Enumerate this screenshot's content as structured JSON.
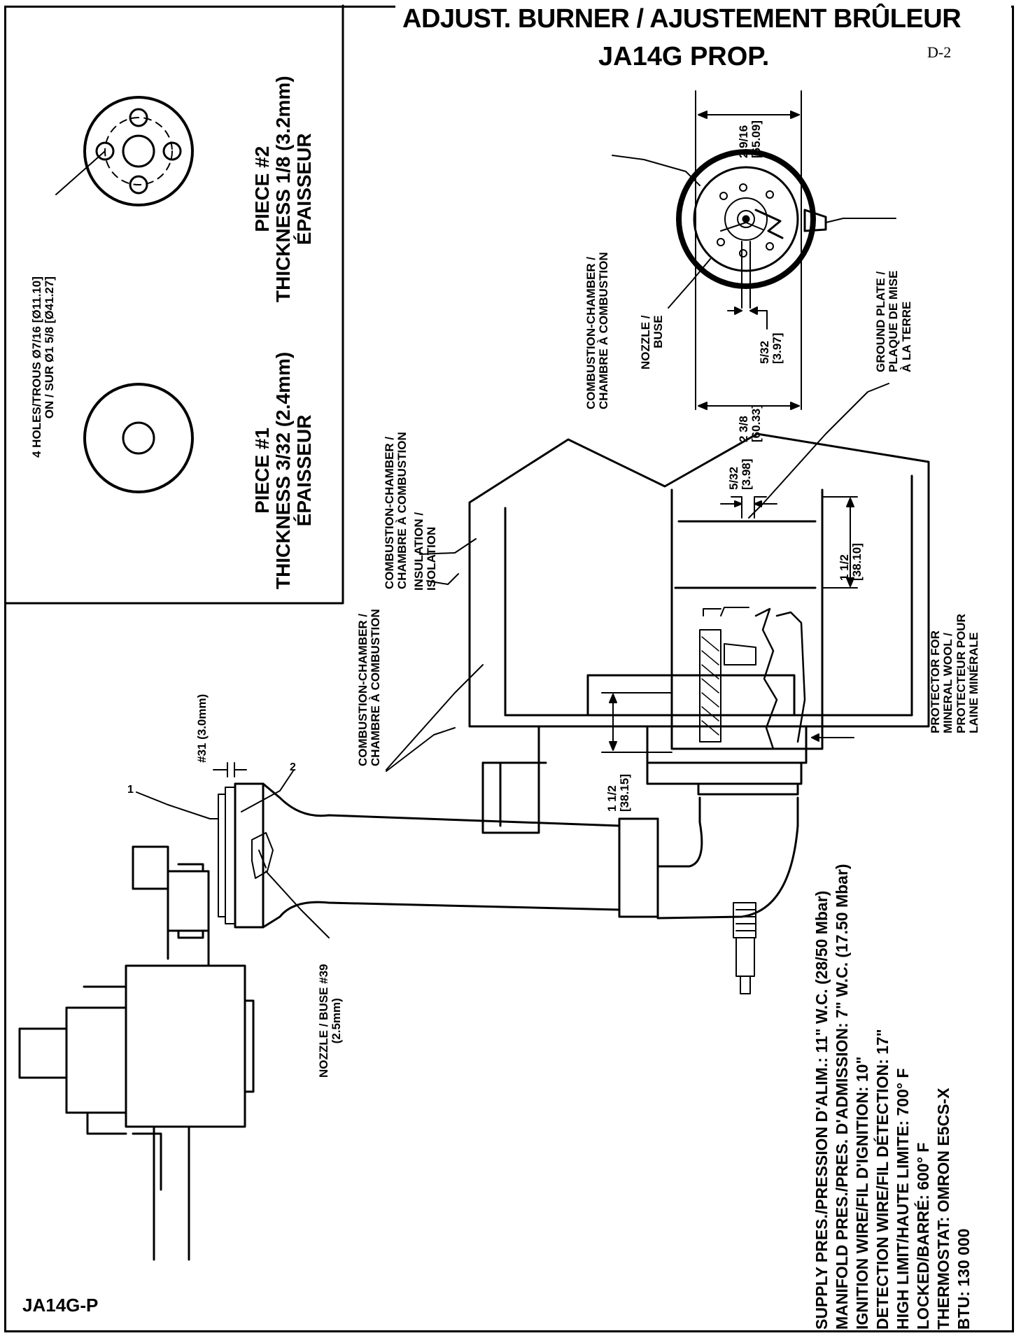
{
  "title": {
    "line1": "ADJUST. BURNER / AJUSTEMENT BRÛLEUR",
    "line2": "JA14G PROP.",
    "page_ref": "D-2"
  },
  "doc_id": "JA14G-P",
  "pieces": {
    "piece1": {
      "line1": "PIECE #1",
      "line2": "THICKNESS 3/32 (2.4mm)",
      "line3": "ÉPAISSEUR"
    },
    "piece2": {
      "line1": "PIECE #2",
      "line2": "THICKNESS 1/8 (3.2mm)",
      "line3": "ÉPAISSEUR"
    },
    "holes": {
      "line1": "4 HOLES/TROUS Ø7/16 [Ø11.10]",
      "line2": "ON / SUR Ø1 5/8 [Ø41.27]"
    }
  },
  "top_view": {
    "dim_width": {
      "frac": "2 9/16",
      "metric": "[65.09]"
    },
    "dim_inner": {
      "frac": "2 3/8",
      "metric": "[60.33]"
    },
    "dim_gap": {
      "frac": "5/32",
      "metric": "[3.97]"
    },
    "combustion_label": {
      "line1": "COMBUSTION-CHAMBER /",
      "line2": "CHAMBRE À COMBUSTION"
    },
    "nozzle_label": {
      "line1": "NOZZLE /",
      "line2": "BUSE"
    },
    "ground_plate": {
      "line1": "GROUND PLATE /",
      "line2": "PLAQUE DE MISE",
      "line3": "À LA TERRE"
    }
  },
  "side_view": {
    "combustion_chamber_top": {
      "line1": "COMBUSTION-CHAMBER /",
      "line2": "CHAMBRE À COMBUSTION"
    },
    "insulation": {
      "line1": "INSULATION /",
      "line2": "ISOLATION"
    },
    "combustion_chamber_left": {
      "line1": "COMBUSTION-CHAMBER /",
      "line2": "CHAMBRE À COMBUSTION"
    },
    "dim_gap_top": {
      "frac": "5/32",
      "metric": "[3.98]"
    },
    "dim_depth": {
      "frac": "1 1/2",
      "metric": "[38.10]"
    },
    "dim_lower": {
      "frac": "1 1/2",
      "metric": "[38.15]"
    },
    "protector": {
      "line1": "PROTECTOR FOR",
      "line2": "MINERAL WOOL /",
      "line3": "PROTECTEUR POUR",
      "line4": "LAINE MINÉRALE"
    },
    "orifice": "#31 (3.0mm)",
    "callout_1": "1",
    "callout_2": "2",
    "nozzle": {
      "line1": "NOZZLE / BUSE #39",
      "line2": "(2.5mm)"
    }
  },
  "specs": [
    "SUPPLY PRES./PRESSION D'ALIM.: 11\" W.C. (28/50 Mbar)",
    "MANIFOLD PRES./PRES. D'ADMISSION: 7\" W.C. (17.50 Mbar)",
    "IGNITION WIRE/FIL D'IGNITION: 10\"",
    "DETECTION WIRE/FIL DÉTECTION: 17\"",
    "HIGH LIMIT/HAUTE LIMITE: 700° F",
    "LOCKED/BARRÉ: 600° F",
    "THERMOSTAT: OMRON E5CS-X",
    "BTU: 130 000"
  ]
}
